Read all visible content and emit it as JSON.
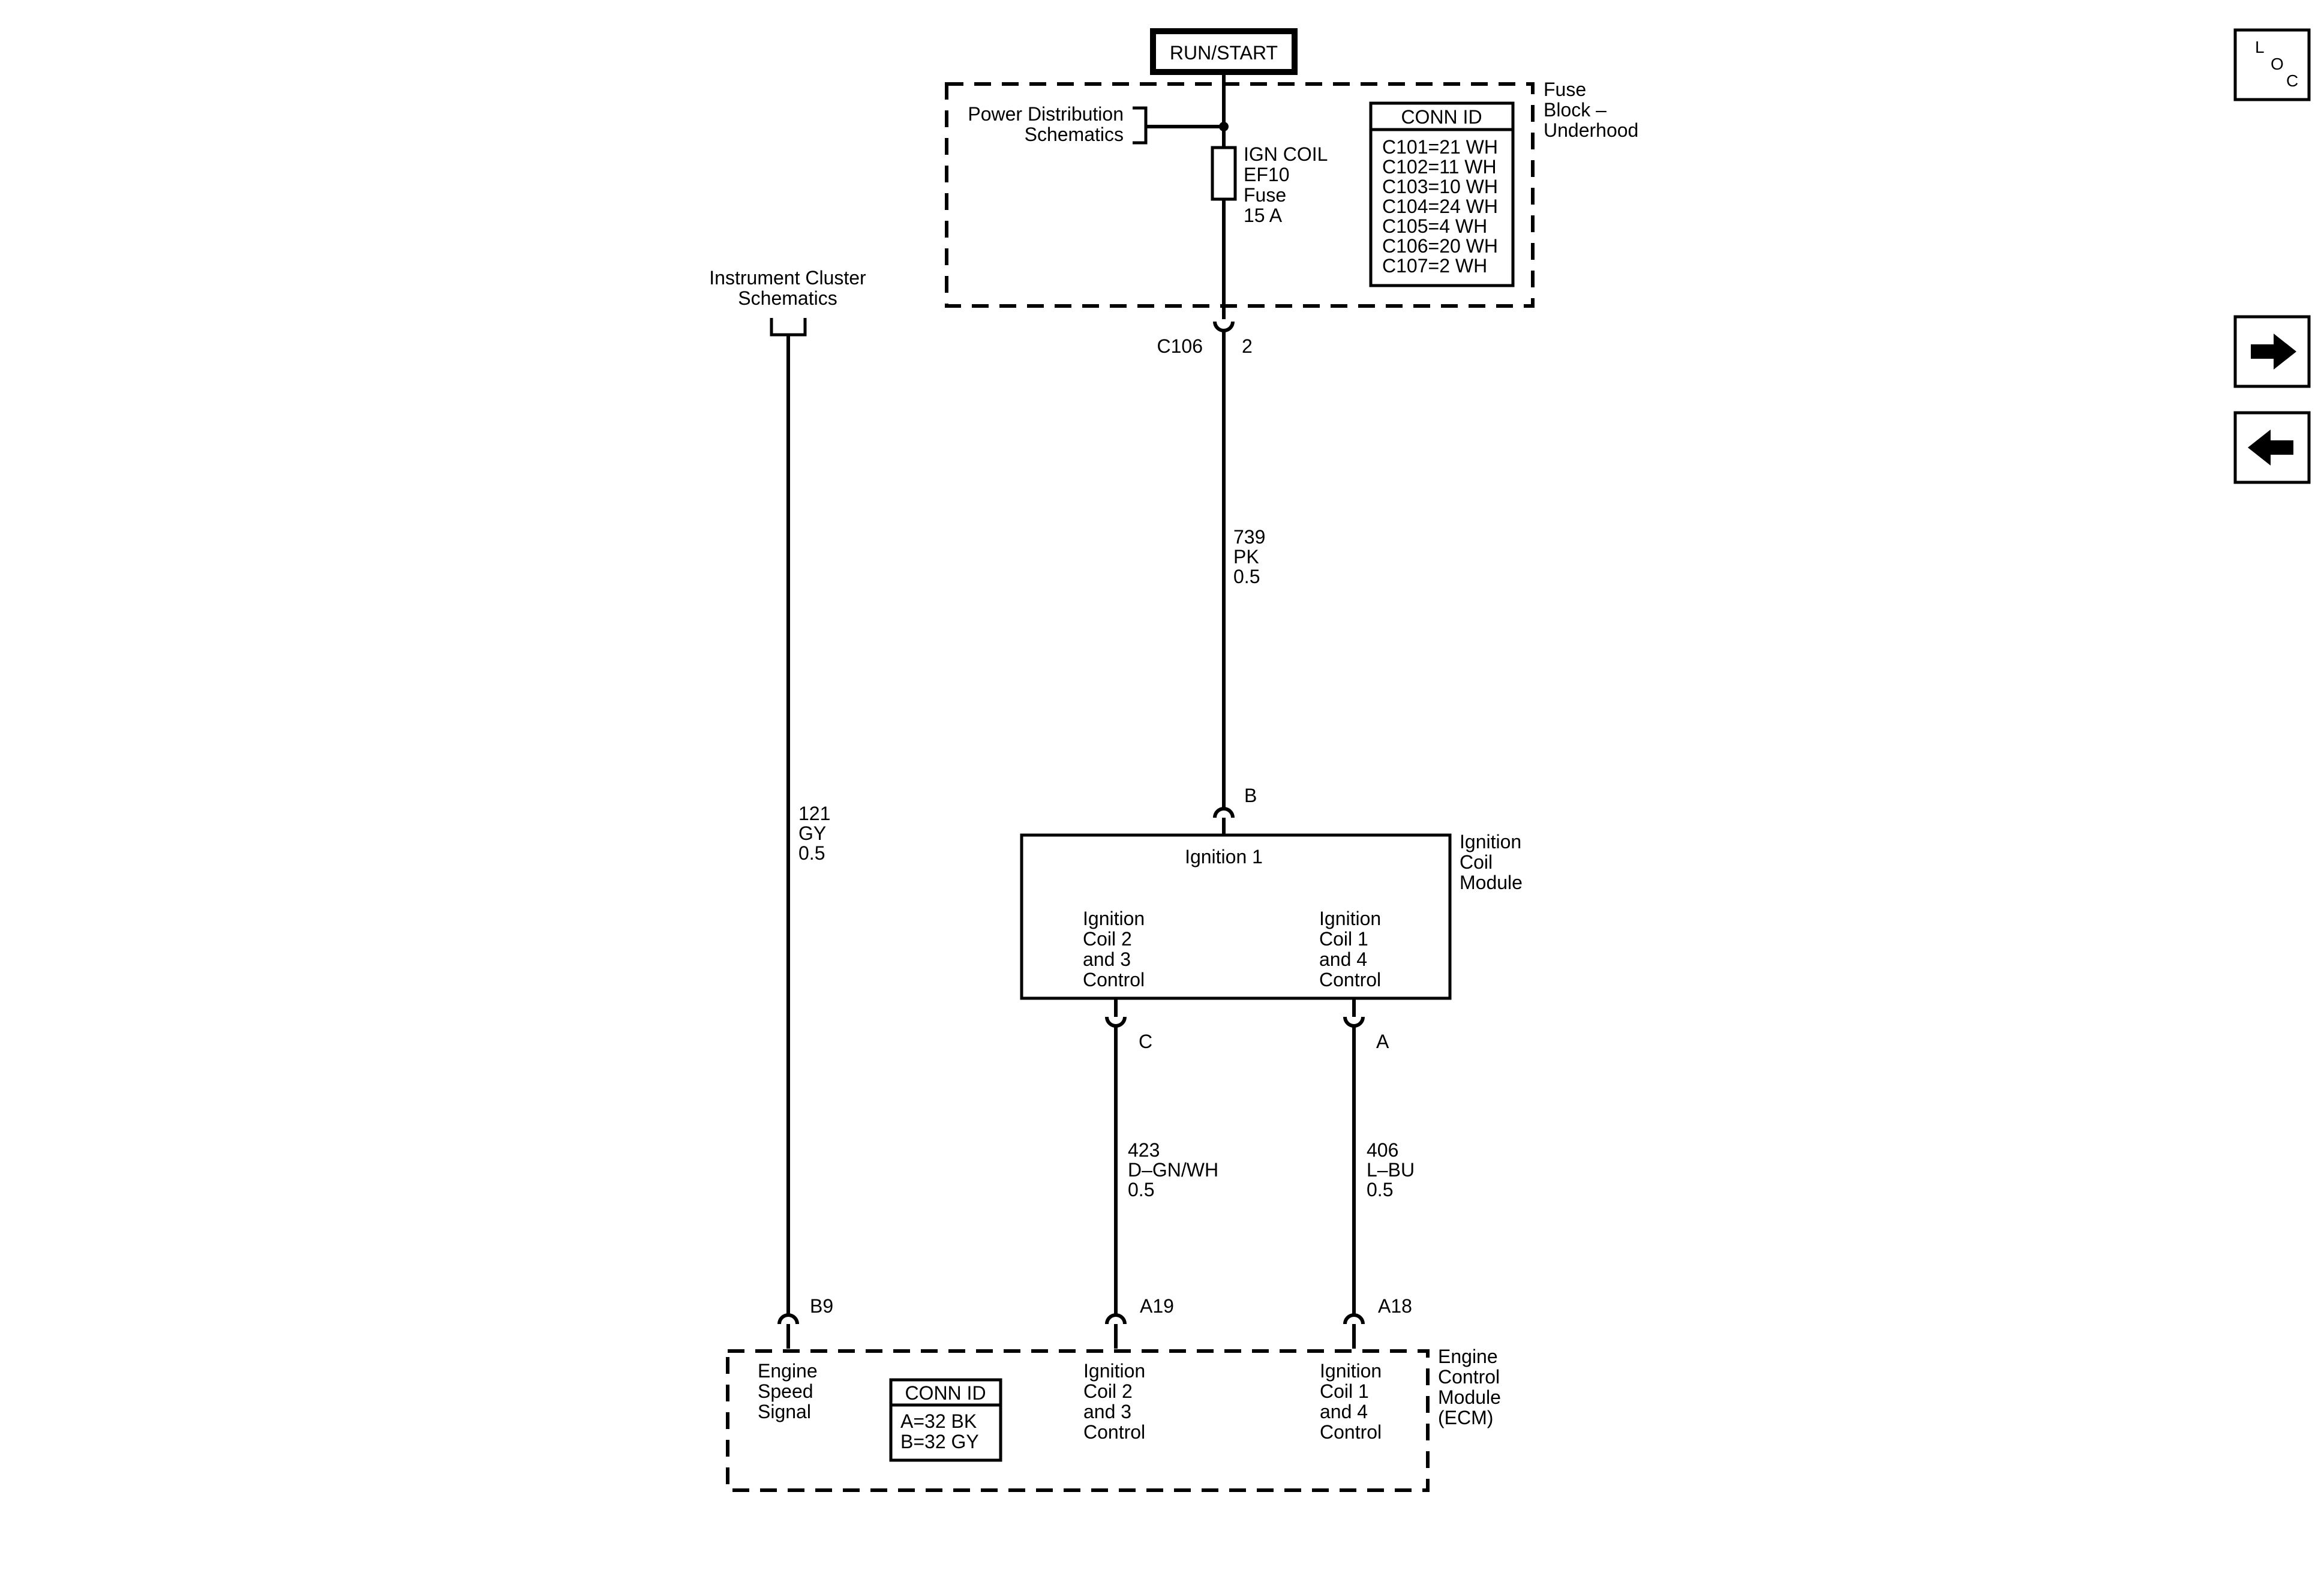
{
  "power_source": {
    "label": "RUN/START"
  },
  "fuse_block": {
    "title_lines": [
      "Fuse",
      "Block –",
      "Underhood"
    ],
    "power_dist_lines": [
      "Power Distribution",
      "Schematics"
    ],
    "fuse_lines": [
      "IGN COIL",
      "EF10",
      "Fuse",
      "15 A"
    ],
    "conn_id": {
      "header": "CONN ID",
      "rows": [
        "C101=21 WH",
        "C102=11 WH",
        "C103=10 WH",
        "C104=24 WH",
        "C105=4 WH",
        "C106=20 WH",
        "C107=2 WH"
      ]
    }
  },
  "c106": {
    "connector": "C106",
    "pin": "2"
  },
  "wire_739": [
    "739",
    "PK",
    "0.5"
  ],
  "instrument_cluster": [
    "Instrument Cluster",
    "Schematics"
  ],
  "wire_121": [
    "121",
    "GY",
    "0.5"
  ],
  "ignition_coil_module": {
    "title_lines": [
      "Ignition",
      "Coil",
      "Module"
    ],
    "pin_b": "B",
    "ignition1": "Ignition 1",
    "left_lines": [
      "Ignition",
      "Coil 2",
      "and 3",
      "Control"
    ],
    "right_lines": [
      "Ignition",
      "Coil 1",
      "and 4",
      "Control"
    ],
    "pin_c": "C",
    "pin_a": "A"
  },
  "wire_423": [
    "423",
    "D–GN/WH",
    "0.5"
  ],
  "wire_406": [
    "406",
    "L–BU",
    "0.5"
  ],
  "ecm": {
    "title_lines": [
      "Engine",
      "Control",
      "Module",
      "(ECM)"
    ],
    "pin_b9": "B9",
    "pin_a19": "A19",
    "pin_a18": "A18",
    "signal_lines": [
      "Engine",
      "Speed",
      "Signal"
    ],
    "left_lines": [
      "Ignition",
      "Coil 2",
      "and 3",
      "Control"
    ],
    "right_lines": [
      "Ignition",
      "Coil 1",
      "and 4",
      "Control"
    ],
    "conn_id": {
      "header": "CONN ID",
      "rows": [
        "A=32 BK",
        "B=32 GY"
      ]
    }
  },
  "side_nav": {
    "loc_letters": [
      "L",
      "O",
      "C"
    ],
    "forward_icon": "arrow-right-icon",
    "back_icon": "arrow-left-icon"
  }
}
